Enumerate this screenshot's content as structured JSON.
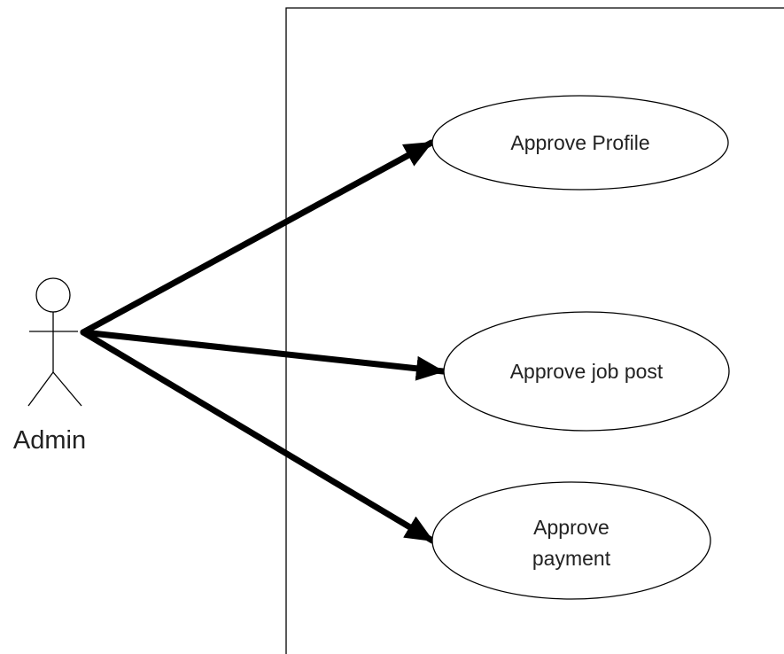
{
  "actor": {
    "name": "Admin"
  },
  "use_cases": [
    {
      "id": "approve-profile",
      "lines": [
        "Approve Profile"
      ]
    },
    {
      "id": "approve-job-post",
      "lines": [
        "Approve job post"
      ]
    },
    {
      "id": "approve-payment",
      "lines": [
        "Approve",
        "payment"
      ]
    }
  ],
  "associations": [
    {
      "from": "actor",
      "to": "approve-profile",
      "directed": true
    },
    {
      "from": "actor",
      "to": "approve-job-post",
      "directed": true
    },
    {
      "from": "actor",
      "to": "approve-payment",
      "directed": true
    }
  ],
  "colors": {
    "line": "#000000",
    "text": "#222222",
    "background": "#ffffff"
  }
}
